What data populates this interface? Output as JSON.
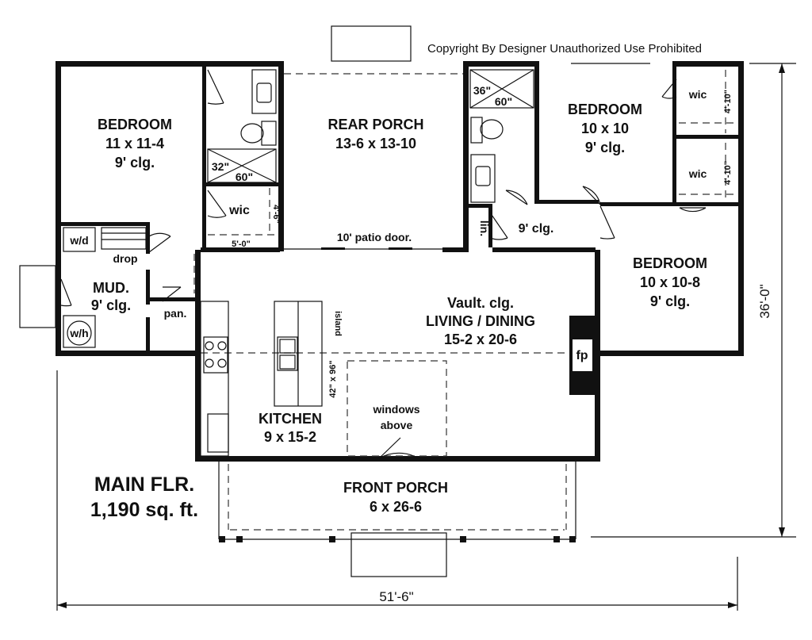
{
  "copyright": "Copyright By Designer Unauthorized Use Prohibited",
  "floor": {
    "name": "MAIN FLR.",
    "area": "1,190 sq. ft."
  },
  "rooms": {
    "bedroom1": {
      "name": "BEDROOM",
      "size": "11 x 11-4",
      "ceiling": "9' clg."
    },
    "rear_porch": {
      "name": "REAR PORCH",
      "size": "13-6 x 13-10"
    },
    "bedroom2": {
      "name": "BEDROOM",
      "size": "10 x 10",
      "ceiling": "9' clg."
    },
    "bedroom3": {
      "name": "BEDROOM",
      "size": "10 x 10-8",
      "ceiling": "9' clg."
    },
    "living": {
      "ceiling": "Vault. clg.",
      "name": "LIVING / DINING",
      "size": "15-2 x 20-6"
    },
    "kitchen": {
      "name": "KITCHEN",
      "size": "9 x 15-2"
    },
    "mud": {
      "name": "MUD.",
      "ceiling": "9' clg."
    },
    "front_porch": {
      "name": "FRONT PORCH",
      "size": "6 x 26-6"
    }
  },
  "labels": {
    "wic": "wic",
    "wic_dim": "4'-6\"",
    "wic_width": "5'-0\"",
    "wic2_dim": "4'-10\"",
    "shower1_w": "32\"",
    "shower1_l": "60\"",
    "shower2_w": "36\"",
    "shower2_l": "60\"",
    "patio_door": "10' patio door.",
    "hall_ceiling": "9' clg.",
    "linen": "lin.",
    "washer_dryer": "w/d",
    "drop": "drop",
    "water_heater": "w/h",
    "pantry": "pan.",
    "island": "island",
    "island_size": "42\" x 96\"",
    "fireplace": "fp",
    "windows_line1": "windows",
    "windows_line2": "above"
  },
  "dimensions": {
    "width": "51'-6\"",
    "depth": "36'-0\""
  }
}
